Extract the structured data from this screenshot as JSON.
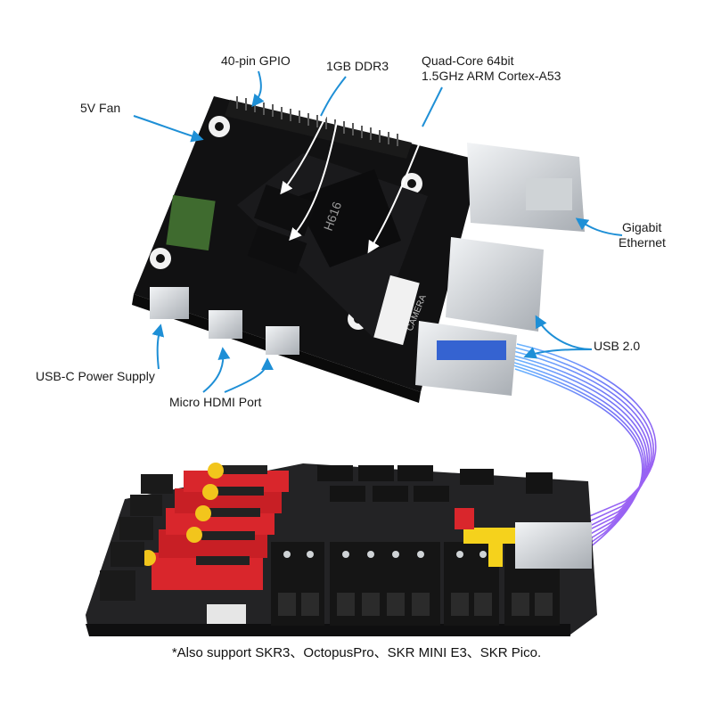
{
  "callouts": {
    "gpio": "40-pin GPIO",
    "ddr": "1GB DDR3",
    "cpu_line1": "Quad-Core 64bit",
    "cpu_line2": "1.5GHz ARM Cortex-A53",
    "fan": "5V Fan",
    "ethernet_line1": "Gigabit",
    "ethernet_line2": "Ethernet",
    "usb": "USB 2.0",
    "power": "USB-C Power Supply",
    "hdmi": "Micro HDMI Port"
  },
  "board_silkscreen": {
    "chip": "H616",
    "camera": "CAMERA"
  },
  "footnote": "*Also support SKR3、OctopusPro、SKR MINI E3、SKR Pico.",
  "colors": {
    "callout_arrow": "#1e8fd6",
    "pcb": "#1c1c1e",
    "connector_red": "#d9262c",
    "terminal_black": "#151515",
    "usb_cable_blue": "#3a6cf0",
    "usb_cable_purple": "#8a3cf0",
    "jumper_yellow": "#f5d21c"
  }
}
